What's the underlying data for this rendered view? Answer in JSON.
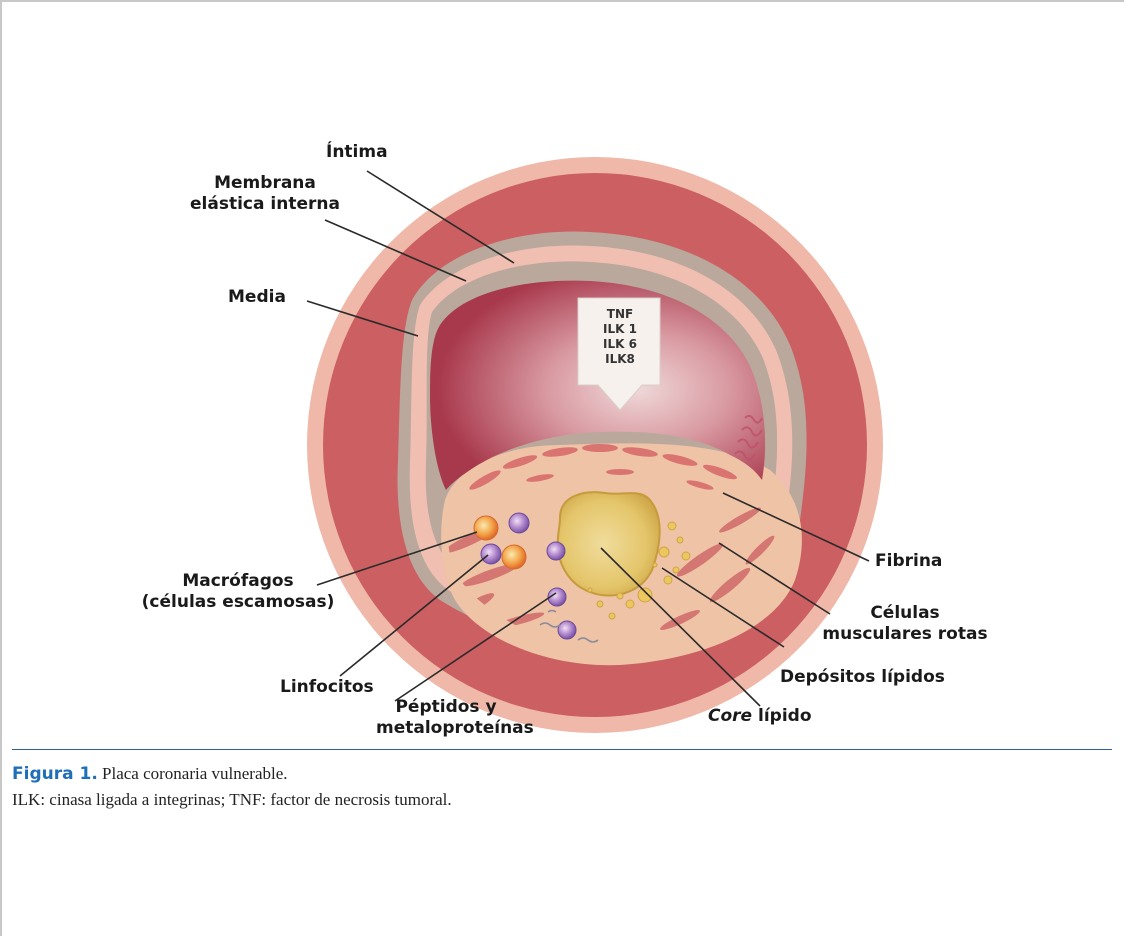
{
  "labels": {
    "intima": "Íntima",
    "membrana_line1": "Membrana",
    "membrana_line2": "elástica interna",
    "media": "Media",
    "fibrina": "Fibrina",
    "macrofagos_line1": "Macrófagos",
    "macrofagos_line2": "(células escamosas)",
    "celulas_line1": "Células",
    "celulas_line2": "musculares rotas",
    "linfocitos": "Linfocitos",
    "depositos": "Depósitos lípidos",
    "peptidos_line1": "Péptidos y",
    "peptidos_line2": "metaloproteínas",
    "core_italic": "Core",
    "core_rest": " lípido"
  },
  "arrow_box": [
    "TNF",
    "ILK 1",
    "ILK 6",
    "ILK8"
  ],
  "caption": {
    "figure_label": "Figura 1.",
    "title": " Placa coronaria vulnerable.",
    "note": "ILK: cinasa ligada a integrinas; TNF: factor de necrosis tumoral."
  }
}
